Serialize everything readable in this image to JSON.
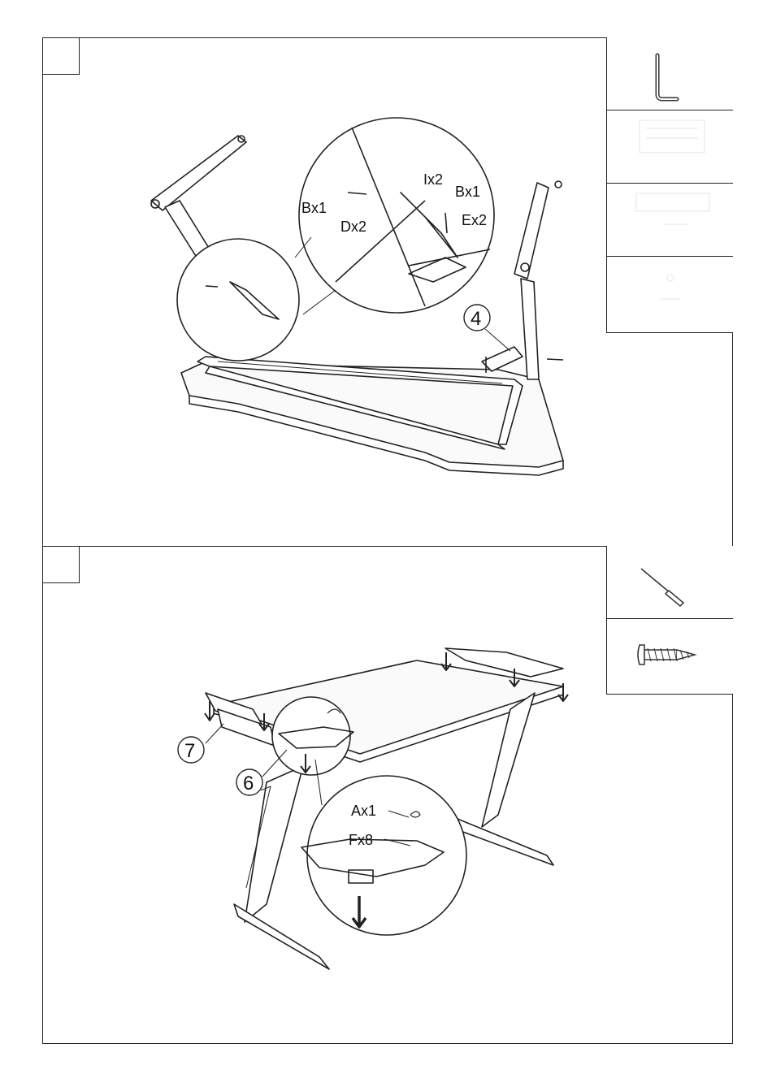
{
  "top_panel": {
    "callouts": {
      "bx1_left": "Bx1",
      "dx2": "Dx2",
      "ix2": "Ix2",
      "bx1_right": "Bx1",
      "ex2": "Ex2"
    },
    "part_number": "4"
  },
  "bottom_panel": {
    "callouts": {
      "ax1": "Ax1",
      "fx8": "Fx8"
    },
    "part_numbers": {
      "seven": "7",
      "six": "6"
    }
  },
  "icons": {
    "top_tools": [
      "allen-key-icon",
      "bolt-pack-icon",
      "washer-pack-icon",
      "small-parts-icon"
    ],
    "bottom_tools": [
      "screwdriver-icon",
      "wood-screw-icon"
    ]
  }
}
